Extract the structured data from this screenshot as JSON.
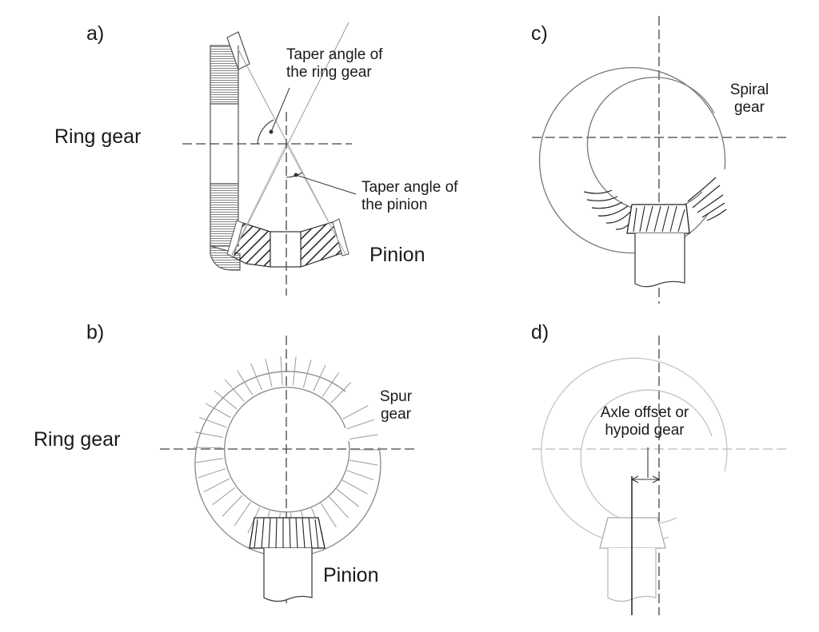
{
  "panels": {
    "a": {
      "letter": "a)",
      "ring_gear": "Ring gear",
      "pinion": "Pinion",
      "taper_ring_line1": "Taper angle of",
      "taper_ring_line2": "the ring gear",
      "taper_pinion_line1": "Taper angle of",
      "taper_pinion_line2": "the pinion"
    },
    "b": {
      "letter": "b)",
      "ring_gear": "Ring gear",
      "pinion": "Pinion",
      "type_line1": "Spur",
      "type_line2": "gear"
    },
    "c": {
      "letter": "c)",
      "type_line1": "Spiral",
      "type_line2": "gear"
    },
    "d": {
      "letter": "d)",
      "type_line1": "Axle offset or",
      "type_line2": "hypoid gear"
    }
  },
  "colors": {
    "ink": "#1a1a1a",
    "stroke": "#555555",
    "light": "#9a9a9a",
    "faint": "#c4c4c4"
  }
}
